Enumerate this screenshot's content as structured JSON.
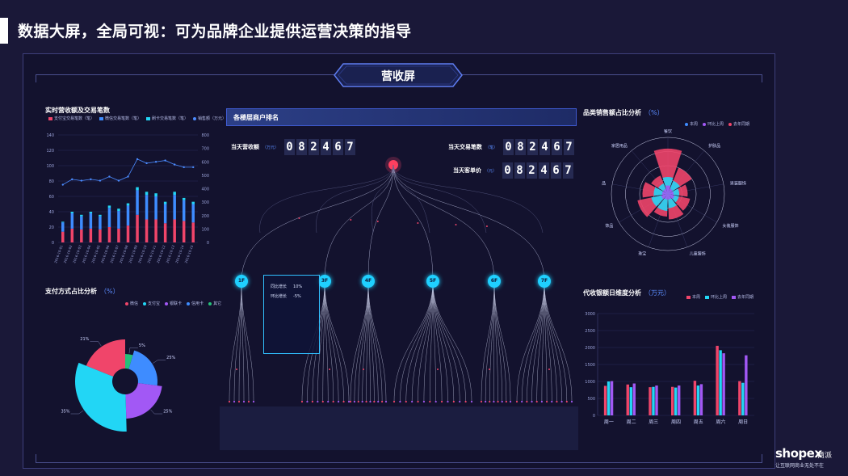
{
  "page_title": "数据大屏，全局可视：可为品牌企业提供运营决策的指导",
  "screen_title": "营收屏",
  "colors": {
    "red": "#f0456a",
    "blue": "#3e8cff",
    "cyan": "#22d6f5",
    "purple": "#a258f5",
    "green": "#25c07a",
    "line": "#4b8bff",
    "node": "#1fd0ff"
  },
  "sections": {
    "revenue": {
      "title": "实时营收额及交易笔数"
    },
    "payment": {
      "title": "支付方式占比分析",
      "unit": "（%）"
    },
    "ranking": {
      "title": "各楼层商户排名"
    },
    "category": {
      "title": "品类销售额占比分析",
      "unit": "（%）"
    },
    "collection": {
      "title": "代收银额日维度分析",
      "unit": "（万元）"
    }
  },
  "kpis": [
    {
      "label": "当天营收额",
      "unit": "（万元）",
      "digits": [
        "0",
        "8",
        "2",
        "4",
        "6",
        "7"
      ]
    },
    {
      "label": "当天交易笔数",
      "unit": "（笔）",
      "digits": [
        "0",
        "8",
        "2",
        "4",
        "6",
        "7"
      ]
    },
    {
      "label": "当天客单价",
      "unit": "（元）",
      "digits": [
        "0",
        "8",
        "2",
        "4",
        "6",
        "7"
      ]
    }
  ],
  "floors": [
    "1F",
    "3F",
    "4F",
    "5F",
    "6F",
    "7F"
  ],
  "tooltip": {
    "rows": [
      {
        "label": "同比增长",
        "value": "10%"
      },
      {
        "label": "环比增长",
        "value": "-5%"
      }
    ]
  },
  "logo": {
    "main": "shopex",
    "cn": "商派",
    "tagline": "让互联网商业无处不在"
  },
  "chart_data": [
    {
      "type": "bar",
      "stacked": true,
      "title": "实时营收额及交易笔数",
      "legend": [
        "支付宝交易笔数（笔）",
        "微信交易笔数（笔）",
        "刷卡交易笔数（笔）",
        "销售额（万元）"
      ],
      "categories": [
        "2016-10-01",
        "2016-10-02",
        "2016-10-03",
        "2016-10-04",
        "2016-10-05",
        "2016-10-06",
        "2016-10-07",
        "2016-10-08",
        "2016-10-09",
        "2016-10-10",
        "2016-10-11",
        "2016-10-12",
        "2016-10-13",
        "2016-10-14",
        "2016-10-15"
      ],
      "series": [
        {
          "name": "支付宝交易笔数（笔）",
          "values": [
            14,
            18,
            17,
            18,
            17,
            20,
            18,
            22,
            36,
            30,
            30,
            25,
            30,
            28,
            26
          ]
        },
        {
          "name": "微信交易笔数（笔）",
          "values": [
            12,
            20,
            17,
            20,
            17,
            25,
            23,
            26,
            32,
            32,
            30,
            25,
            32,
            27,
            24
          ]
        },
        {
          "name": "刷卡交易笔数（笔）",
          "values": [
            1,
            2,
            2,
            2,
            2,
            3,
            3,
            3,
            4,
            4,
            4,
            3,
            4,
            3,
            3
          ]
        },
        {
          "name": "销售额（万元）",
          "axis": "right",
          "values": [
            430,
            470,
            460,
            470,
            460,
            490,
            460,
            490,
            620,
            590,
            600,
            610,
            580,
            560,
            560
          ]
        }
      ],
      "ylim": [
        0,
        140
      ],
      "y_ticks": [
        0,
        20,
        40,
        60,
        80,
        100,
        120,
        140
      ],
      "y2lim": [
        0,
        800
      ],
      "y2_ticks": [
        0,
        100,
        200,
        300,
        400,
        500,
        600,
        700,
        800
      ]
    },
    {
      "type": "pie",
      "title": "支付方式占比分析",
      "legend": [
        "微信",
        "支付宝",
        "银联卡",
        "信用卡",
        "其它"
      ],
      "labels": [
        "21%",
        "5%",
        "25%",
        "25%",
        "35%"
      ],
      "slices": [
        {
          "name": "微信",
          "value": 21
        },
        {
          "name": "其它",
          "value": 5
        },
        {
          "name": "信用卡",
          "value": 25
        },
        {
          "name": "银联卡",
          "value": 25
        },
        {
          "name": "支付宝",
          "value": 35
        }
      ]
    },
    {
      "type": "bar",
      "subtype": "polar",
      "title": "品类销售额占比分析",
      "legend": [
        "本周",
        "环比上周",
        "去年同期"
      ],
      "categories": [
        "餐饮",
        "护肤品",
        "男装服饰",
        "女装服饰",
        "儿童服饰",
        "珠宝",
        "饰品",
        "数码产品",
        "家居用品"
      ],
      "series": [
        {
          "name": "本周",
          "values": [
            0.8,
            0.5,
            0.35,
            0.4,
            0.45,
            0.4,
            0.55,
            0.45,
            0.35
          ]
        },
        {
          "name": "环比上周",
          "values": [
            0.3,
            0.25,
            0.2,
            0.2,
            0.25,
            0.3,
            0.3,
            0.25,
            0.2
          ]
        },
        {
          "name": "去年同期",
          "values": [
            0.15,
            0.1,
            0.1,
            0.12,
            0.1,
            0.1,
            0.12,
            0.1,
            0.1
          ]
        }
      ]
    },
    {
      "type": "bar",
      "title": "代收银额日维度分析",
      "ylabel": "",
      "legend": [
        "本周",
        "环比上周",
        "去年同期"
      ],
      "categories": [
        "周一",
        "周二",
        "周三",
        "周四",
        "周五",
        "周六",
        "周日"
      ],
      "series": [
        {
          "name": "本周",
          "values": [
            870,
            910,
            830,
            840,
            1020,
            2050,
            1010
          ]
        },
        {
          "name": "环比上周",
          "values": [
            1000,
            830,
            840,
            820,
            880,
            1920,
            960
          ]
        },
        {
          "name": "去年同期",
          "values": [
            1010,
            940,
            880,
            880,
            920,
            1830,
            1770
          ]
        }
      ],
      "ylim": [
        0,
        3000
      ],
      "y_ticks": [
        0,
        500,
        1000,
        1500,
        2000,
        2500,
        3000
      ]
    }
  ]
}
